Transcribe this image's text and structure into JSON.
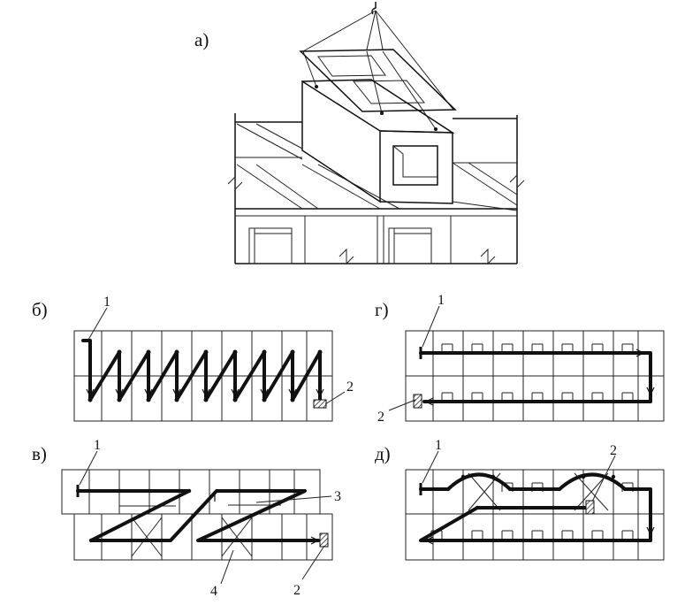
{
  "labels": {
    "a": "а)",
    "b": "б)",
    "v": "в)",
    "g": "г)",
    "d": "д)"
  },
  "callouts": {
    "b_1": "1",
    "b_2": "2",
    "g_1": "1",
    "g_2": "2",
    "v_1": "1",
    "v_2": "2",
    "v_3": "3",
    "v_4": "4",
    "d_1": "1",
    "d_2": "2"
  }
}
